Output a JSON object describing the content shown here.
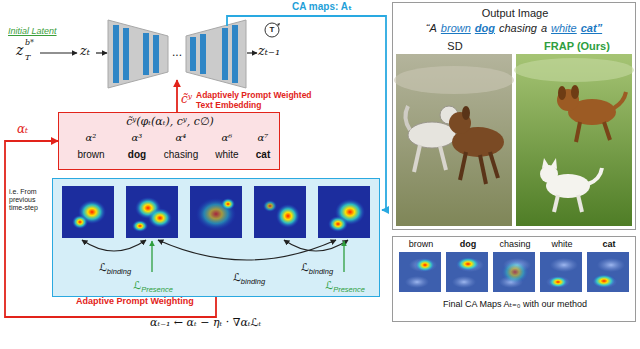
{
  "diagram": {
    "nodes": [
      {
        "text": [
          "Output Image",
          "“A",
          "brown",
          "dog",
          "chasing",
          "a",
          "white",
          "cat”",
          "SD",
          "FRAP (Ours)"
        ]
      },
      {
        "text": [
          "c̃ʸ(φₜ(αₜ), cʸ, c∅)",
          "α²",
          "α³",
          "α⁴",
          "α⁶",
          "α⁷",
          "brown",
          "dog",
          "chasing",
          "white",
          "cat"
        ]
      },
      {
        "text": [
          "ℒ",
          "binding",
          "ℒ",
          "Presence",
          "ℒ",
          "binding",
          "ℒ",
          "binding",
          "ℒ",
          "Presence"
        ]
      },
      {
        "text": [
          "brown",
          "dog",
          "chasing",
          "white",
          "cat",
          "Final CA Maps Aₜ₌₀ with our method"
        ]
      }
    ],
    "edges": [
      {
        "from": 2,
        "to": 1,
        "arrow": "to",
        "label": "αₜ"
      }
    ],
    "labels": [
      "Initial Latent",
      "z",
      "b*",
      "T",
      "zₜ",
      "...",
      "zₜ₋₁",
      "T",
      "CA maps: Aₜ",
      "c̃ʸ",
      "Adaptively Prompt Weighted Text Embedding",
      "i.e. From previous time-step",
      "Adaptive Prompt Weighting",
      "αₜ₋₁ ← αₜ − ηₜ · ∇αₜℒₜ"
    ]
  }
}
